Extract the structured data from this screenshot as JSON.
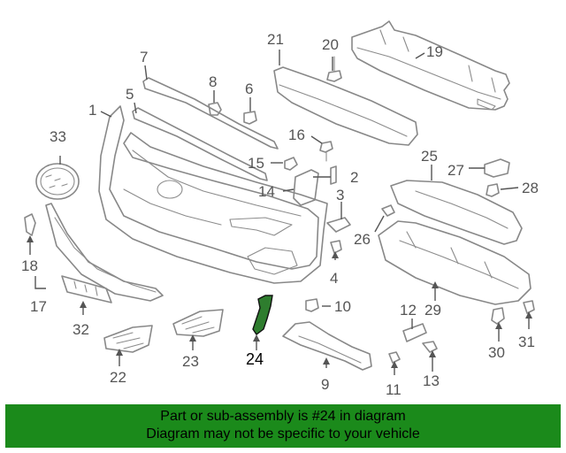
{
  "callouts": {
    "c1": "1",
    "c2": "2",
    "c3": "3",
    "c4": "4",
    "c5": "5",
    "c6": "6",
    "c7": "7",
    "c8": "8",
    "c9": "9",
    "c10": "10",
    "c11": "11",
    "c12": "12",
    "c13": "13",
    "c14": "14",
    "c15": "15",
    "c16": "16",
    "c17": "17",
    "c18": "18",
    "c19": "19",
    "c20": "20",
    "c21": "21",
    "c22": "22",
    "c23": "23",
    "c24": "24",
    "c25": "25",
    "c26": "26",
    "c27": "27",
    "c28": "28",
    "c29": "29",
    "c30": "30",
    "c31": "31",
    "c32": "32",
    "c33": "33"
  },
  "highlighted_part": "24",
  "colors": {
    "banner": "#1b8a1b",
    "highlight": "#2e7d2e",
    "line": "#888888"
  },
  "banner": {
    "line1": "Part or sub-assembly is #24 in diagram",
    "line2": "Diagram may not be specific to your vehicle"
  }
}
